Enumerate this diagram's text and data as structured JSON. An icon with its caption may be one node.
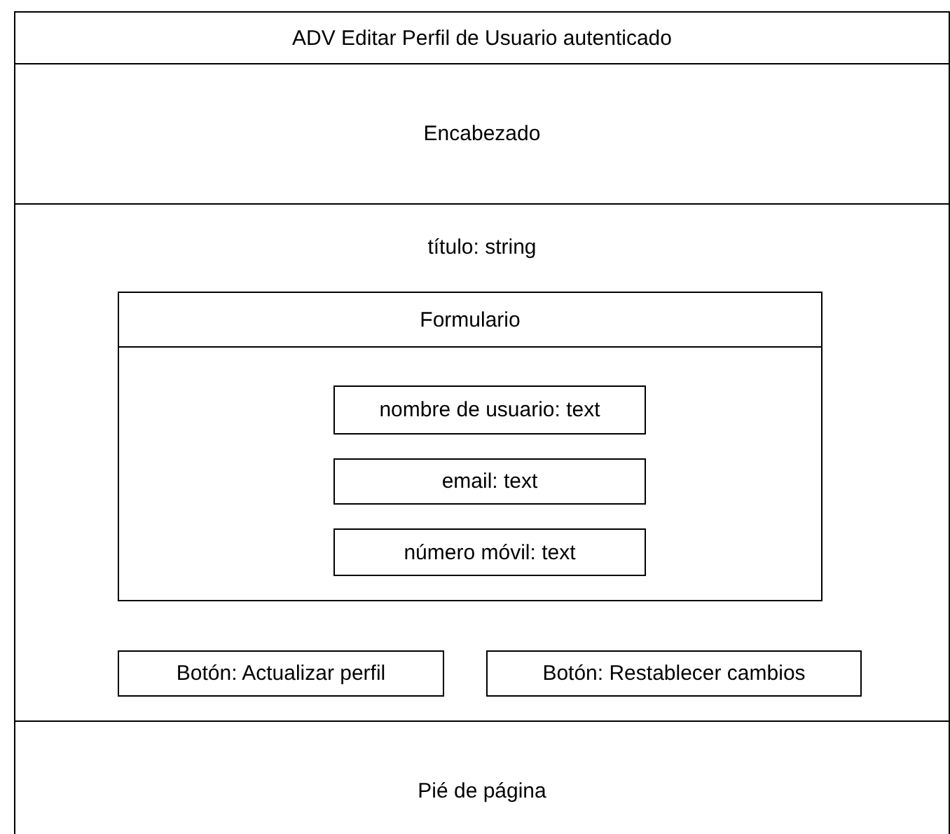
{
  "diagram": {
    "nodes": [
      {
        "text": [
          "ADV Editar Perfil de Usuario autenticado"
        ]
      },
      {
        "text": [
          "Encabezado"
        ],
        "in": 0
      },
      {
        "text": [
          "título: string"
        ],
        "in": 0
      },
      {
        "text": [
          "Formulario"
        ],
        "in": 2
      },
      {
        "text": [
          "nombre de usuario: text"
        ],
        "in": 3
      },
      {
        "text": [
          "email: text"
        ],
        "in": 3
      },
      {
        "text": [
          "número móvil: text"
        ],
        "in": 3
      },
      {
        "text": [
          "Botón: Actualizar perfil"
        ],
        "in": 2
      },
      {
        "text": [
          "Botón: Restablecer cambios"
        ],
        "in": 2
      },
      {
        "text": [
          "Pié de página"
        ],
        "in": 0
      }
    ],
    "edges": []
  }
}
